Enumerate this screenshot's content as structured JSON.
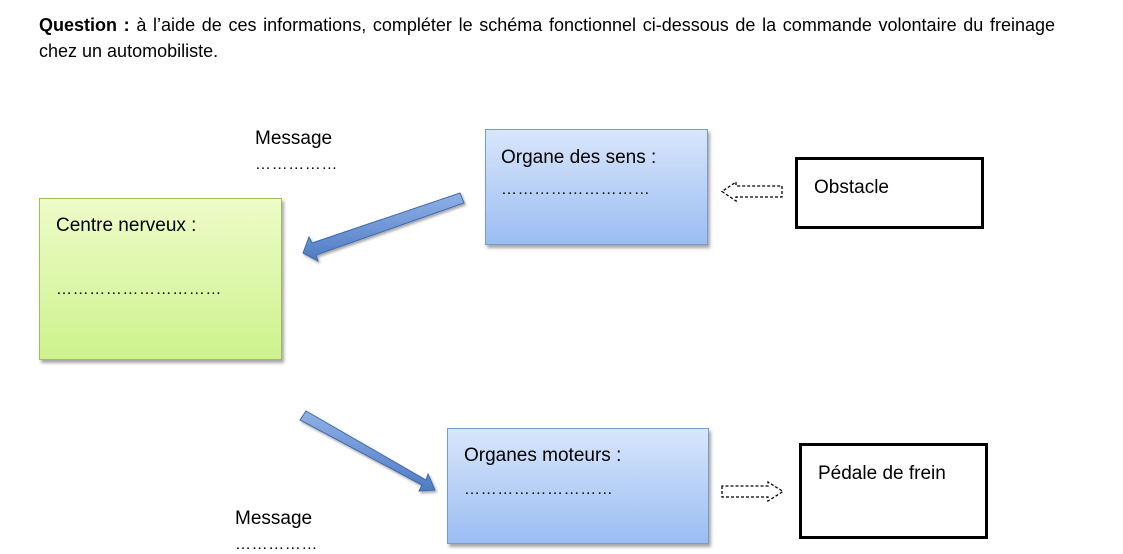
{
  "question": {
    "prefix": "Question :",
    "text": " à l’aide  de ces informations, compléter le schéma fonctionnel ci-dessous de la commande volontaire du freinage chez un automobiliste."
  },
  "diagram": {
    "message_top": {
      "label": "Message",
      "dots": "……………"
    },
    "message_bottom": {
      "label": "Message",
      "dots": "……………"
    },
    "sense_organ": {
      "label": "Organe des sens :",
      "dots": "………………………"
    },
    "nerve_center": {
      "label": "Centre nerveux :",
      "dots": "…………………………"
    },
    "motor_organs": {
      "label": "Organes  moteurs :",
      "dots": "………………………"
    },
    "obstacle": {
      "label": "Obstacle"
    },
    "brake_pedal": {
      "label": "Pédale de frein"
    }
  }
}
